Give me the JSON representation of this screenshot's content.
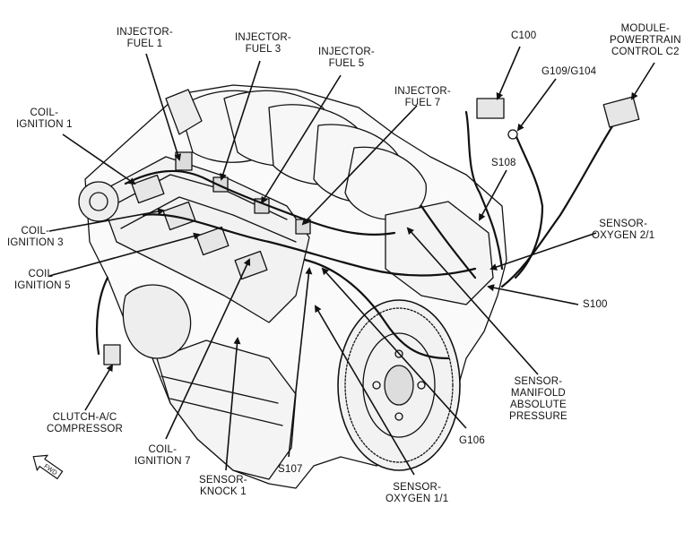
{
  "labels": {
    "injector_fuel_1": [
      "INJECTOR-",
      "FUEL 1"
    ],
    "injector_fuel_3": [
      "INJECTOR-",
      "FUEL 3"
    ],
    "injector_fuel_5": [
      "INJECTOR-",
      "FUEL 5"
    ],
    "injector_fuel_7": [
      "INJECTOR-",
      "FUEL 7"
    ],
    "c100": [
      "C100"
    ],
    "g109_g104": [
      "G109/G104"
    ],
    "module_powertrain_control_c2": [
      "MODULE-",
      "POWERTRAIN",
      "CONTROL C2"
    ],
    "coil_ignition_1": [
      "COIL-",
      "IGNITION 1"
    ],
    "s108": [
      "S108"
    ],
    "coil_ignition_3": [
      "COIL-",
      "IGNITION 3"
    ],
    "sensor_oxygen_2_1": [
      "SENSOR-",
      "OXYGEN 2/1"
    ],
    "coil_ignition_5": [
      "COIL-",
      "IGNITION 5"
    ],
    "s100": [
      "S100"
    ],
    "sensor_manifold_absolute_pressure": [
      "SENSOR-",
      "MANIFOLD",
      "ABSOLUTE",
      "PRESSURE"
    ],
    "clutch_ac_compressor": [
      "CLUTCH-A/C",
      "COMPRESSOR"
    ],
    "g106": [
      "G106"
    ],
    "coil_ignition_7": [
      "COIL-",
      "IGNITION 7"
    ],
    "s107": [
      "S107"
    ],
    "sensor_knock_1": [
      "SENSOR-",
      "KNOCK 1"
    ],
    "sensor_oxygen_1_1": [
      "SENSOR-",
      "OXYGEN 1/1"
    ]
  },
  "orientation_badge": "FWD",
  "colors": {
    "line": "#111111",
    "fill": "#ffffff",
    "shade": "#d9d9d9"
  }
}
